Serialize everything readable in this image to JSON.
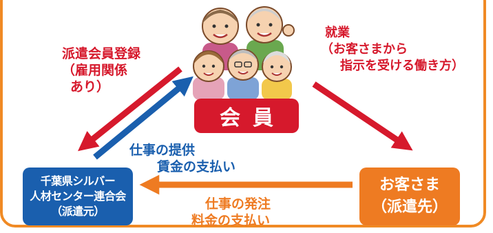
{
  "nodes": {
    "member": {
      "label": "会員"
    },
    "client": {
      "line1": "お客さま",
      "line2": "（派遣先）"
    },
    "center": {
      "line1": "千葉県シルバー",
      "line2": "人材センター連合会",
      "line3": "（派遣元）"
    }
  },
  "labels": {
    "registration": {
      "line1": "派遣会員登録",
      "line2": "（雇用関係",
      "line3": "あり）"
    },
    "employment": {
      "line1": "就業",
      "line2": "（お客さまから",
      "line3": "指示を受ける働き方）"
    },
    "provision": {
      "line1": "仕事の提供",
      "line2": "賃金の支払い"
    },
    "order": {
      "line1": "仕事の発注",
      "line2": "料金の支払い"
    }
  },
  "colors": {
    "red": "#d6192c",
    "blue": "#1a5fae",
    "orange": "#ee7b22"
  },
  "icons": {
    "members_illustration": "group-of-elderly-people"
  }
}
